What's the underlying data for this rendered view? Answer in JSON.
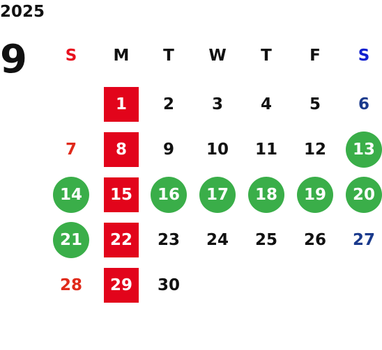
{
  "year": "2025",
  "month": "9",
  "weekdays": [
    "S",
    "M",
    "T",
    "W",
    "T",
    "F",
    "S"
  ],
  "colors": {
    "sunday_header": "#e8101e",
    "saturday_header": "#1020d0",
    "sunday_date": "#e02a1a",
    "saturday_date": "#1a3a8c",
    "monday_highlight": "#e2041b",
    "green_highlight": "#3aae49"
  },
  "weeks": [
    [
      {
        "day": "",
        "style": "blank"
      },
      {
        "day": "1",
        "style": "mon-red"
      },
      {
        "day": "2",
        "style": "plain"
      },
      {
        "day": "3",
        "style": "plain"
      },
      {
        "day": "4",
        "style": "plain"
      },
      {
        "day": "5",
        "style": "plain"
      },
      {
        "day": "6",
        "style": "sat"
      }
    ],
    [
      {
        "day": "7",
        "style": "sun"
      },
      {
        "day": "8",
        "style": "mon-red"
      },
      {
        "day": "9",
        "style": "plain"
      },
      {
        "day": "10",
        "style": "plain"
      },
      {
        "day": "11",
        "style": "plain"
      },
      {
        "day": "12",
        "style": "plain"
      },
      {
        "day": "13",
        "style": "green"
      }
    ],
    [
      {
        "day": "14",
        "style": "green"
      },
      {
        "day": "15",
        "style": "mon-red"
      },
      {
        "day": "16",
        "style": "green"
      },
      {
        "day": "17",
        "style": "green"
      },
      {
        "day": "18",
        "style": "green"
      },
      {
        "day": "19",
        "style": "green"
      },
      {
        "day": "20",
        "style": "green"
      }
    ],
    [
      {
        "day": "21",
        "style": "green"
      },
      {
        "day": "22",
        "style": "mon-red"
      },
      {
        "day": "23",
        "style": "plain"
      },
      {
        "day": "24",
        "style": "plain"
      },
      {
        "day": "25",
        "style": "plain"
      },
      {
        "day": "26",
        "style": "plain"
      },
      {
        "day": "27",
        "style": "sat"
      }
    ],
    [
      {
        "day": "28",
        "style": "sun"
      },
      {
        "day": "29",
        "style": "mon-red"
      },
      {
        "day": "30",
        "style": "plain"
      },
      {
        "day": "",
        "style": "blank"
      },
      {
        "day": "",
        "style": "blank"
      },
      {
        "day": "",
        "style": "blank"
      },
      {
        "day": "",
        "style": "blank"
      }
    ]
  ]
}
